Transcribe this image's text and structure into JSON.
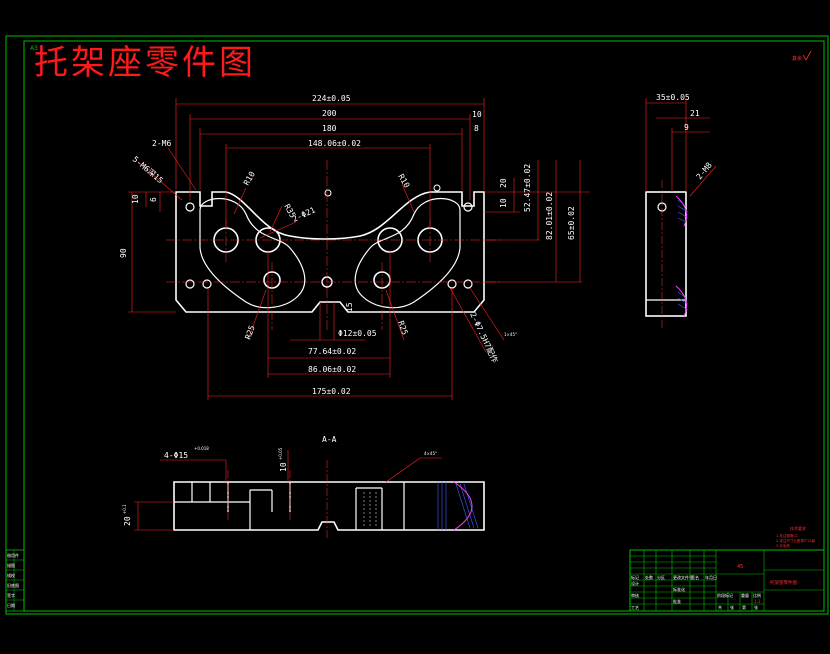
{
  "title": "托架座零件图",
  "corner_code": "A3",
  "roughness_mark": "其余",
  "section_label": "A-A",
  "colors": {
    "frame": "#00c000",
    "outline": "#ffffff",
    "dimension": "#ff2020",
    "center": "#ff3030",
    "hatch": "#4060ff",
    "magenta": "#ff40ff",
    "title_red": "#ff1a1a"
  },
  "front_view": {
    "dims": {
      "overall": "224±0.05",
      "d200": "200",
      "d180": "180",
      "d148": "148.06±0.02",
      "d10": "10",
      "d8": "8",
      "thread2m6": "2-M6",
      "thread5m6": "5-M6深15",
      "left10": "10",
      "left6": "6",
      "height90": "90",
      "r10a": "R10",
      "r10b": "R10",
      "r35": "R35",
      "hole21": "2-Φ21",
      "right20": "20",
      "right10": "10",
      "h52": "52.47±0.02",
      "h82": "82.01±0.02",
      "h65": "65±0.02",
      "r25a": "R25",
      "r25b": "R25",
      "d12": "Φ12±0.05",
      "d15": "15",
      "d77": "77.64±0.02",
      "d86": "86.06±0.02",
      "d175": "175±0.02",
      "pin": "2-Φ7.5H7配作",
      "chamfer": "1×45°"
    }
  },
  "side_view": {
    "dims": {
      "w35": "35±0.05",
      "w21": "21",
      "w9": "9",
      "thread": "2-M8"
    }
  },
  "section_view": {
    "dims": {
      "holes": "4-Φ15",
      "holes_tol": "+0.018",
      "d10": "10",
      "d10tol": "+0.05",
      "d20": "20",
      "d20tol": "+0.1",
      "chamfer": "4×45°"
    }
  },
  "notes": {
    "title": "技术要求",
    "line1": "1.未注倒角C1",
    "line2": "2.未注尺寸公差按IT12级",
    "line3": "3.去毛刺"
  },
  "title_block": {
    "material": "45",
    "part_name": "托架座零件图",
    "headers": [
      "标记",
      "处数",
      "分区",
      "更改文件号",
      "签名",
      "年月日"
    ],
    "roles": [
      "设计",
      "审核",
      "工艺"
    ],
    "fields": [
      "标准化",
      "批准"
    ],
    "stage": [
      "阶段标记",
      "重量",
      "比例"
    ],
    "ratio": "1:1",
    "sheet": [
      "共",
      "张",
      "第",
      "张"
    ]
  },
  "side_strip": {
    "labels": [
      "借用件",
      "描图",
      "描校",
      "旧底图",
      "签字",
      "日期"
    ]
  }
}
